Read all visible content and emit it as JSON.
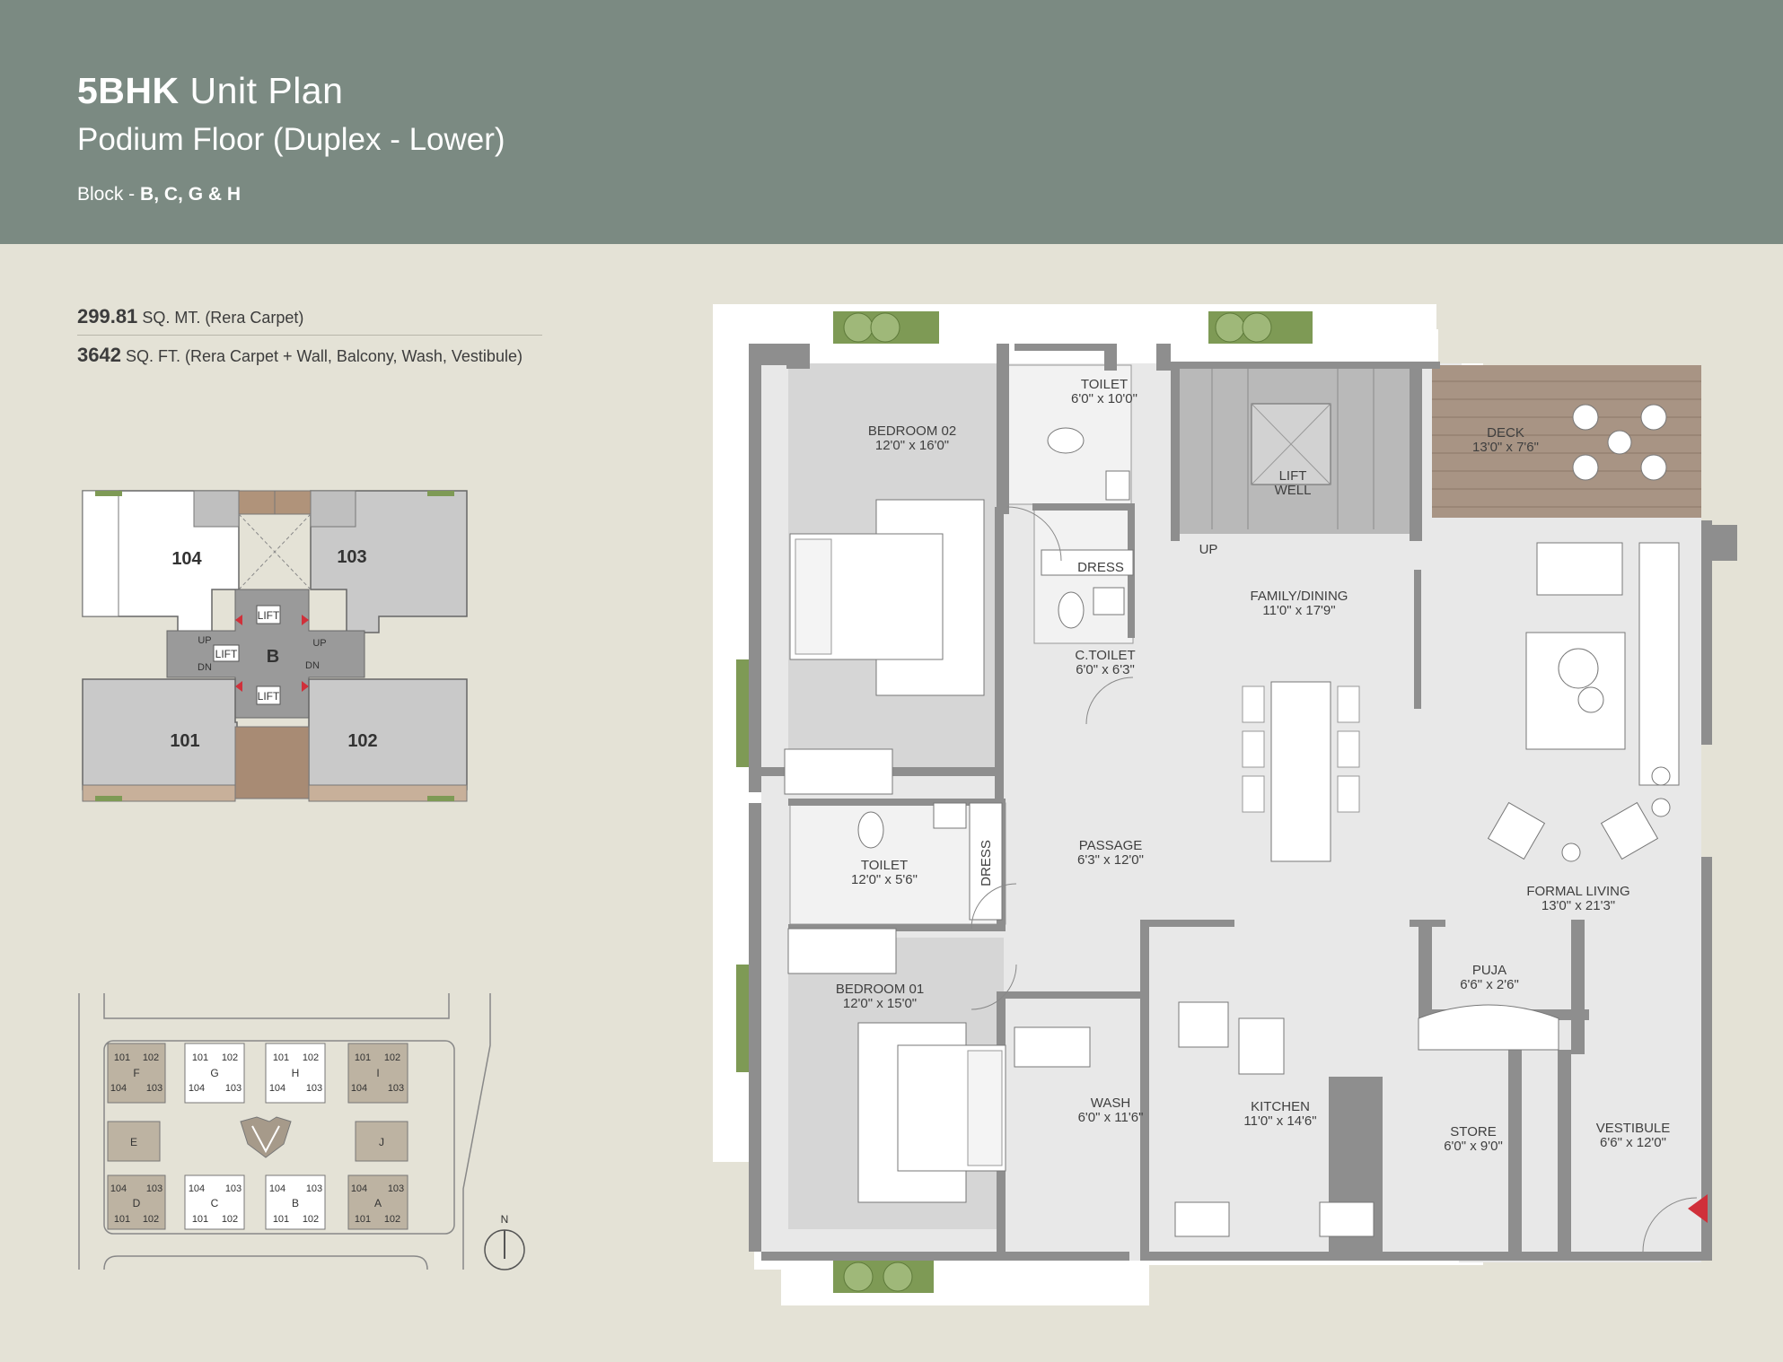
{
  "header": {
    "title_bold": "5BHK",
    "title_rest": "Unit Plan",
    "subtitle": "Podium Floor (Duplex - Lower)",
    "block_prefix": "Block -",
    "block_value": "B, C, G & H"
  },
  "areas": {
    "carpet_value": "299.81",
    "carpet_label": "SQ. MT. (Rera Carpet)",
    "total_value": "3642",
    "total_label": "SQ. FT. (Rera Carpet + Wall, Balcony, Wash, Vestibule)"
  },
  "key_plan": {
    "block_label": "B",
    "units": [
      "104",
      "103",
      "101",
      "102"
    ],
    "lift_label": "LIFT",
    "up_label": "UP",
    "dn_label": "DN"
  },
  "site_plan": {
    "north_label": "N",
    "blocks_top": [
      {
        "name": "F",
        "units": [
          "101",
          "102",
          "104",
          "103"
        ]
      },
      {
        "name": "G",
        "units": [
          "101",
          "102",
          "104",
          "103"
        ]
      },
      {
        "name": "H",
        "units": [
          "101",
          "102",
          "104",
          "103"
        ]
      },
      {
        "name": "I",
        "units": [
          "101",
          "102",
          "104",
          "103"
        ]
      }
    ],
    "blocks_mid": [
      "E",
      "J"
    ],
    "blocks_bottom": [
      {
        "name": "D",
        "units": [
          "104",
          "103",
          "101",
          "102"
        ]
      },
      {
        "name": "C",
        "units": [
          "104",
          "103",
          "101",
          "102"
        ]
      },
      {
        "name": "B",
        "units": [
          "104",
          "103",
          "101",
          "102"
        ]
      },
      {
        "name": "A",
        "units": [
          "104",
          "103",
          "101",
          "102"
        ]
      }
    ]
  },
  "rooms": {
    "bedroom02": {
      "name": "BEDROOM 02",
      "size": "12'0\" x 16'0\""
    },
    "toilet_top": {
      "name": "TOILET",
      "size": "6'0\" x 10'0\""
    },
    "dress_top": {
      "name": "DRESS"
    },
    "ctoilet": {
      "name": "C.TOILET",
      "size": "6'0\" x 6'3\""
    },
    "lift_well": {
      "name1": "LIFT",
      "name2": "WELL"
    },
    "up": {
      "name": "UP"
    },
    "deck": {
      "name": "DECK",
      "size": "13'0\" x 7'6\""
    },
    "family_dining": {
      "name": "FAMILY/DINING",
      "size": "11'0\" x 17'9\""
    },
    "toilet_mid": {
      "name": "TOILET",
      "size": "12'0\" x 5'6\""
    },
    "dress_mid": {
      "name": "DRESS"
    },
    "passage": {
      "name": "PASSAGE",
      "size": "6'3\" x 12'0\""
    },
    "formal_living": {
      "name": "FORMAL LIVING",
      "size": "13'0\" x 21'3\""
    },
    "bedroom01": {
      "name": "BEDROOM 01",
      "size": "12'0\" x 15'0\""
    },
    "puja": {
      "name": "PUJA",
      "size": "6'6\" x 2'6\""
    },
    "wash": {
      "name": "WASH",
      "size": "6'0\" x 11'6\""
    },
    "kitchen": {
      "name": "KITCHEN",
      "size": "11'0\" x 14'6\""
    },
    "store": {
      "name": "STORE",
      "size": "6'0\" x 9'0\""
    },
    "vestibule": {
      "name": "VESTIBULE",
      "size": "6'6\" x 12'0\""
    }
  },
  "colors": {
    "header": "#7b8a82",
    "background": "#e4e2d6",
    "wall": "#8e8e8e",
    "floor": "#e8e8e8",
    "deck": "#a89484",
    "planter": "#7e9a55",
    "entry_arrow": "#d0303a"
  }
}
